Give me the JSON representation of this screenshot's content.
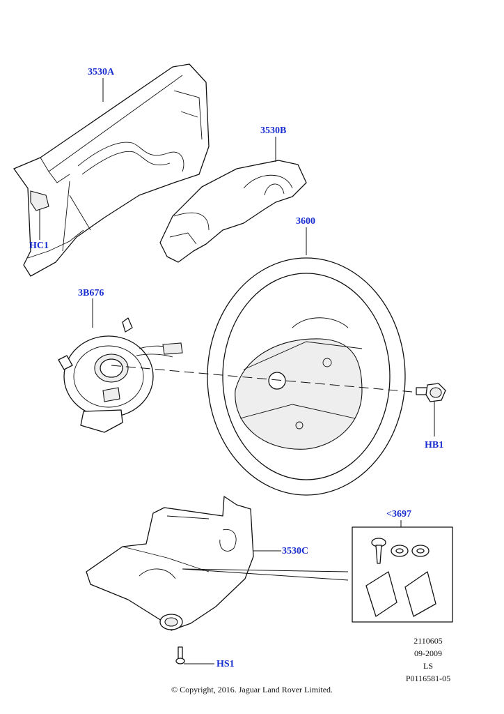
{
  "callouts": {
    "c3530a": "3530A",
    "c3530b": "3530B",
    "c3600": "3600",
    "c3b676": "3B676",
    "chc1": "HC1",
    "chb1": "HB1",
    "c3697": "<3697",
    "c3530c": "3530C",
    "chs1": "HS1"
  },
  "meta": {
    "drawing_no": "2110605",
    "date": "09-2009",
    "code": "LS",
    "part_ref": "P0116581-05"
  },
  "copyright": "© Copyright, 2016. Jaguar Land Rover Limited."
}
